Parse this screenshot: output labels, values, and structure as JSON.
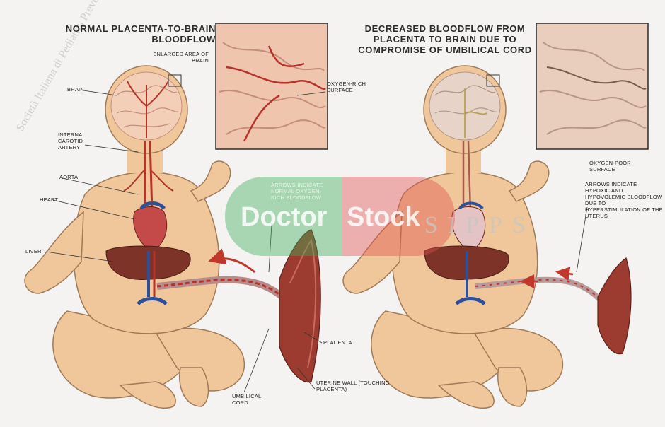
{
  "left_panel": {
    "title": "NORMAL PLACENTA-TO-BRAIN BLOODFLOW",
    "labels": {
      "enlarged_area": "ENLARGED AREA OF BRAIN",
      "brain": "BRAIN",
      "oxygen_rich_surface": "OXYGEN-RICH SURFACE",
      "internal_carotid": "INTERNAL CAROTID ARTERY",
      "aorta": "AORTA",
      "heart": "HEART",
      "liver": "LIVER",
      "arrows_note": "ARROWS INDICATE NORMAL OXYGEN-RICH BLOODFLOW",
      "placenta": "PLACENTA",
      "uterine_wall": "UTERINE WALL (TOUCHING PLACENTA)",
      "umbilical_cord": "UMBILICAL CORD"
    }
  },
  "right_panel": {
    "title": "DECREASED BLOODFLOW FROM PLACENTA TO BRAIN DUE TO COMPROMISE OF UMBILICAL CORD",
    "labels": {
      "oxygen_poor_surface": "OXYGEN-POOR SURFACE",
      "arrows_note": "ARROWS INDICATE HYPOXIC AND HYPOVOLEMIC BLOODFLOW DUE TO HYPERSTIMULATION OF THE UTERUS"
    }
  },
  "watermark": {
    "text_left": "Doctor",
    "text_right": "Stock",
    "seal_texts": [
      "Società Italiana di Pediatria Preventiva e Sociale",
      "SIPPS"
    ]
  },
  "colors": {
    "skin": "#efc79a",
    "skin_outline": "#a07a57",
    "artery": "#b8322a",
    "vein": "#2e4f9a",
    "liver": "#7d3328",
    "watermark_green": "#3fae5a",
    "watermark_red": "#e0504f"
  }
}
